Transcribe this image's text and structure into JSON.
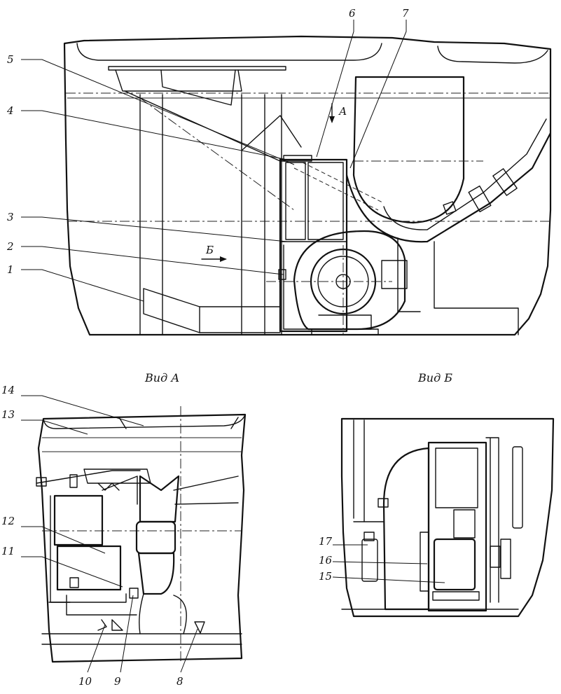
{
  "callouts": {
    "n1": "1",
    "n2": "2",
    "n3": "3",
    "n4": "4",
    "n5": "5",
    "n6": "6",
    "n7": "7",
    "n8": "8",
    "n9": "9",
    "n10": "10",
    "n11": "11",
    "n12": "12",
    "n13": "13",
    "n14": "14",
    "n15": "15",
    "n16": "16",
    "n17": "17"
  },
  "views": {
    "view_a": "Вид А",
    "view_b": "Вид Б"
  },
  "direction_marks": {
    "a": "А",
    "b": "Б"
  }
}
